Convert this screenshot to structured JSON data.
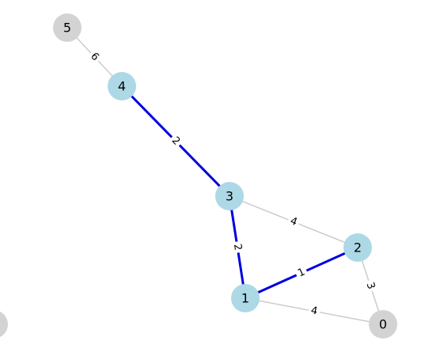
{
  "graph": {
    "colors": {
      "highlight_edge": "#0000dd",
      "normal_edge": "#cccccc",
      "highlight_node": "#add8e6",
      "normal_node": "#d3d3d3"
    },
    "nodes": [
      {
        "id": "0",
        "label": "0",
        "highlighted": false
      },
      {
        "id": "1",
        "label": "1",
        "highlighted": true
      },
      {
        "id": "2",
        "label": "2",
        "highlighted": true
      },
      {
        "id": "3",
        "label": "3",
        "highlighted": true
      },
      {
        "id": "4",
        "label": "4",
        "highlighted": true
      },
      {
        "id": "5",
        "label": "5",
        "highlighted": false
      },
      {
        "id": "6",
        "label": "",
        "highlighted": false
      }
    ],
    "edges": [
      {
        "source": "5",
        "target": "4",
        "weight": "6",
        "highlighted": false
      },
      {
        "source": "4",
        "target": "3",
        "weight": "2",
        "highlighted": true
      },
      {
        "source": "3",
        "target": "2",
        "weight": "4",
        "highlighted": false
      },
      {
        "source": "3",
        "target": "1",
        "weight": "2",
        "highlighted": true
      },
      {
        "source": "1",
        "target": "2",
        "weight": "1",
        "highlighted": true
      },
      {
        "source": "2",
        "target": "0",
        "weight": "3",
        "highlighted": false
      },
      {
        "source": "1",
        "target": "0",
        "weight": "4",
        "highlighted": false
      }
    ]
  }
}
